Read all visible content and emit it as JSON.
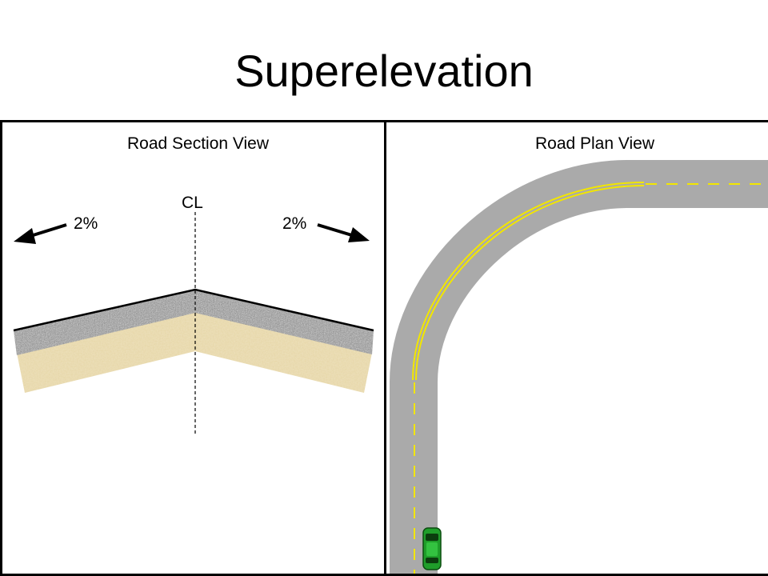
{
  "title": "Superelevation",
  "section_view": {
    "heading": "Road Section View",
    "centerline_label": "CL",
    "left_slope_label": "2%",
    "right_slope_label": "2%"
  },
  "plan_view": {
    "heading": "Road Plan View"
  },
  "colors": {
    "road": "#aaaaaa",
    "centerline": "#f2e600",
    "car": "#22aa22",
    "base": "#e8d8a8",
    "asphalt": "#9a9a9a"
  }
}
